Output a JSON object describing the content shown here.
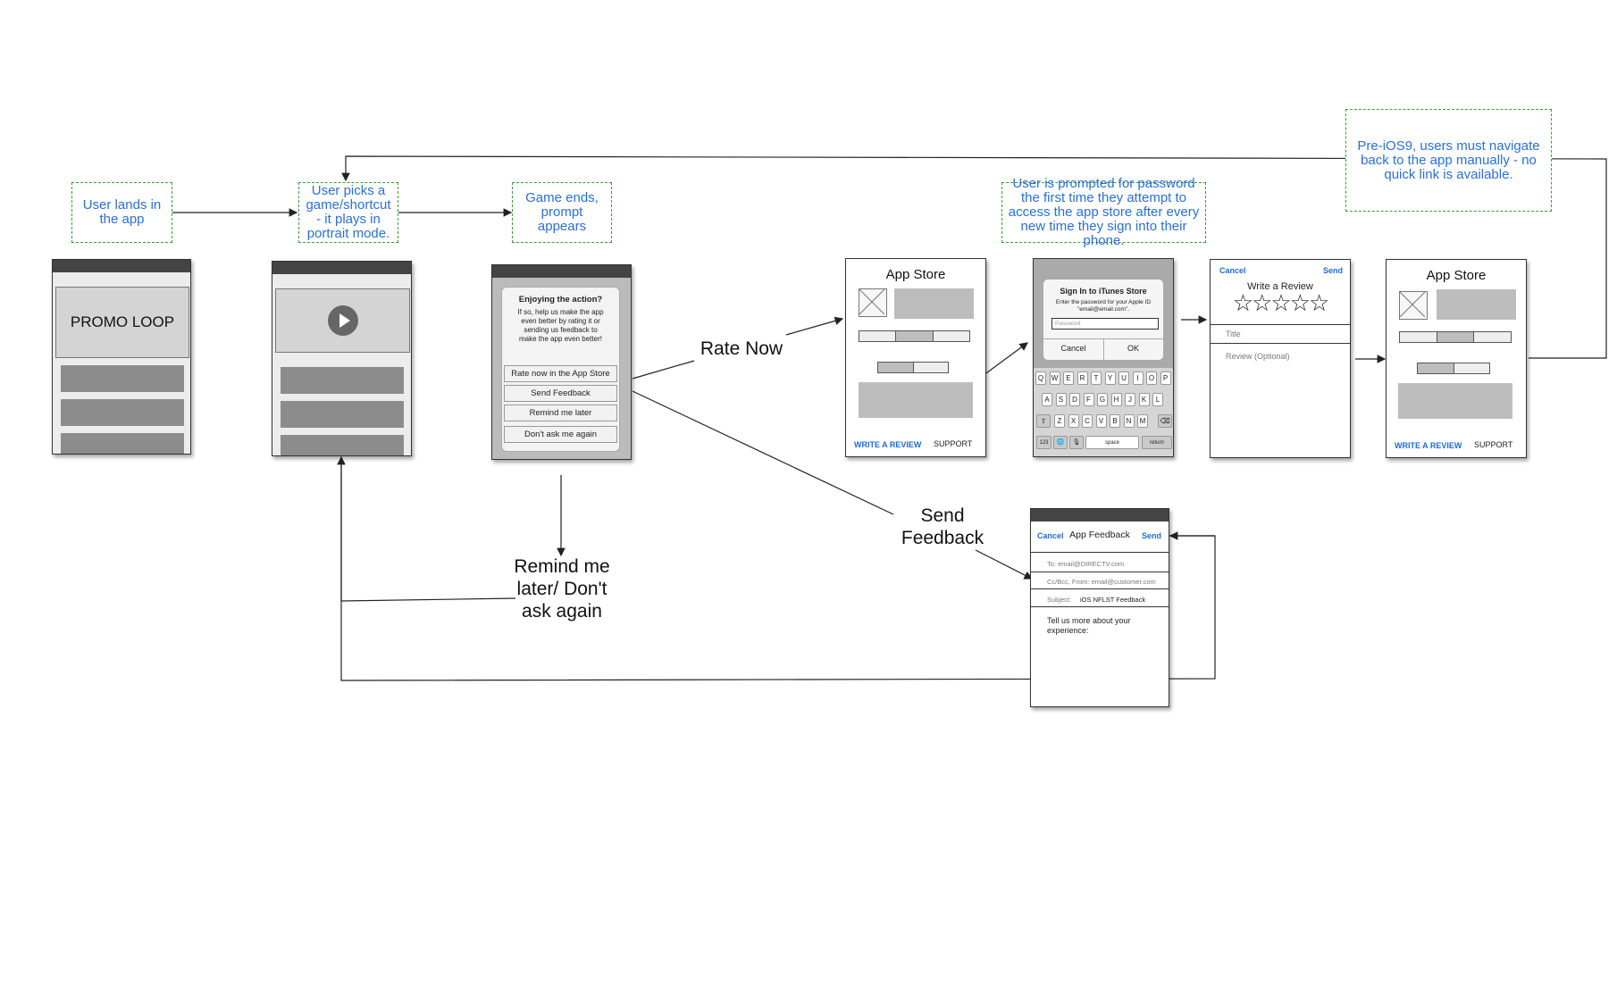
{
  "notes": {
    "lands": "User lands in the app",
    "picks": "User picks a game/shortcut - it plays in portrait mode.",
    "game_ends": "Game ends, prompt appears",
    "password": "User is prompted for password the first time they attempt to access the app store after every new time they sign into their phone.",
    "pre_ios9": "Pre-iOS9, users must navigate back to the app manually - no quick link is available."
  },
  "flow_labels": {
    "rate_now": "Rate Now",
    "send_feedback": "Send Feedback",
    "remind": "Remind me later/ Don't ask again"
  },
  "screen1": {
    "promo": "PROMO LOOP"
  },
  "prompt": {
    "title": "Enjoying the action?",
    "body": "If so, help us make the app even better by rating it or sending us feedback to make the app even better!",
    "buttons": [
      "Rate now in the App Store",
      "Send Feedback",
      "Remind me later",
      "Don't ask me again"
    ]
  },
  "app_store": {
    "title": "App Store",
    "write_review": "WRITE A REVIEW",
    "support": "SUPPORT"
  },
  "signin": {
    "title": "Sign In to iTunes Store",
    "body": "Enter the password for your Apple ID \"email@email.com\".",
    "placeholder": "Password",
    "cancel": "Cancel",
    "ok": "OK",
    "keyboard_rows": [
      [
        "Q",
        "W",
        "E",
        "R",
        "T",
        "Y",
        "U",
        "I",
        "O",
        "P"
      ],
      [
        "A",
        "S",
        "D",
        "F",
        "G",
        "H",
        "J",
        "K",
        "L"
      ],
      [
        "Z",
        "X",
        "C",
        "V",
        "B",
        "N",
        "M"
      ]
    ],
    "shift": "⇧",
    "backspace": "⌫",
    "num": "123",
    "globe": "🌐",
    "mic": "🎙",
    "space": "space",
    "return": "return"
  },
  "review": {
    "cancel": "Cancel",
    "send": "Send",
    "title": "Write a Review",
    "stars": "☆☆☆☆☆",
    "field_title": "Title",
    "field_review": "Review (Optional)"
  },
  "feedback": {
    "cancel": "Cancel",
    "title": "App Feedback",
    "send": "Send",
    "to": "To: email@DIRECTV.com",
    "cc": "Cc/Bcc, From: email@customer.com",
    "subject_label": "Subject:",
    "subject_value": "iOS NFLST Feedback",
    "body": "Tell us more about your experience:"
  },
  "colors": {
    "note_border": "#3a9a3a",
    "note_text": "#2a6fd6",
    "link": "#1e6ad6"
  }
}
